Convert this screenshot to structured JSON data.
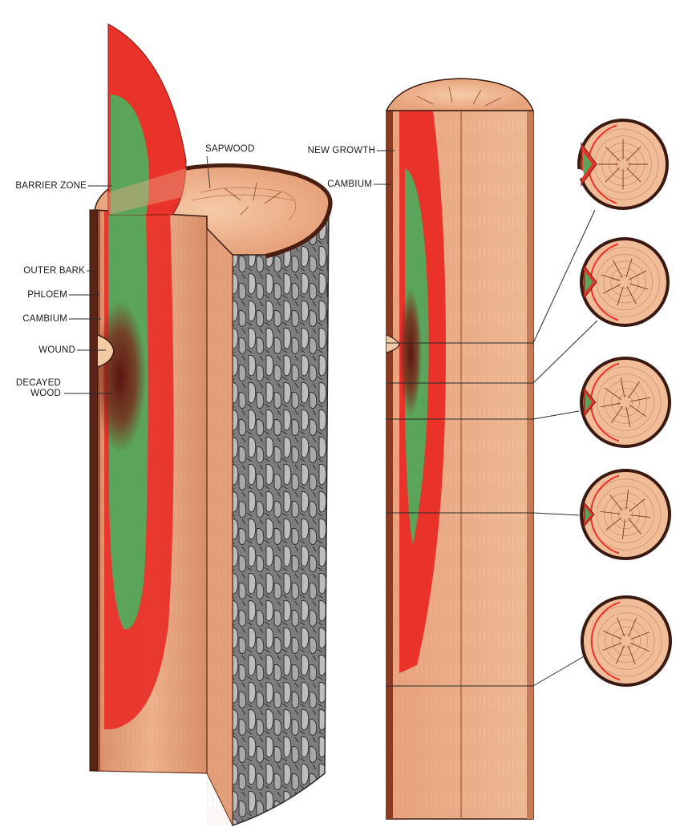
{
  "labels": {
    "sapwood": "SAPWOOD",
    "barrier_zone": "BARRIER ZONE",
    "outer_bark": "OUTER BARK",
    "phloem": "PHLOEM",
    "cambium_left": "CAMBIUM",
    "wound": "WOUND",
    "decayed_wood_line1": "DECAYED",
    "decayed_wood_line2": "WOOD",
    "new_growth": "NEW GROWTH",
    "cambium_right": "CAMBIUM"
  },
  "colors": {
    "wood": "#e8a882",
    "wood_dark": "#c9825c",
    "bark": "#4a4a4a",
    "bark_light": "#8c8c8c",
    "barrier_red": "#e8322a",
    "decay_green": "#5aa55a",
    "decay_dark": "#6b1e14",
    "outline": "#3a1a10"
  },
  "cross_sections": [
    {
      "name": "cross-section-1"
    },
    {
      "name": "cross-section-2"
    },
    {
      "name": "cross-section-3"
    },
    {
      "name": "cross-section-4"
    },
    {
      "name": "cross-section-5"
    }
  ]
}
